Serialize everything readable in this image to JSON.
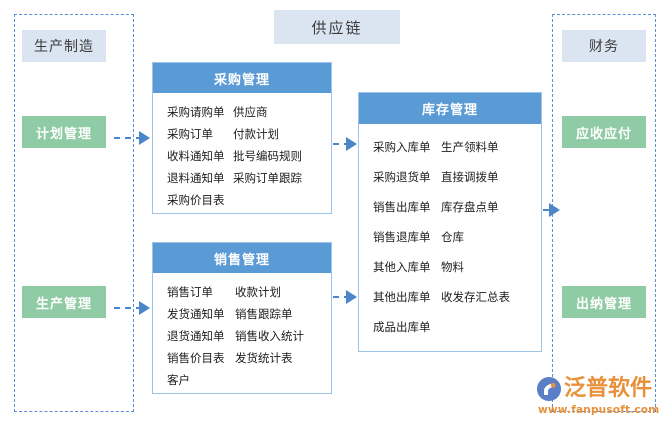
{
  "banner": {
    "label": "供应链"
  },
  "left_column": {
    "title": "生产制造",
    "modules": [
      {
        "label": "计划管理"
      },
      {
        "label": "生产管理"
      }
    ]
  },
  "right_column": {
    "title": "财务",
    "modules": [
      {
        "label": "应收应付"
      },
      {
        "label": "出纳管理"
      }
    ]
  },
  "panels": [
    {
      "id": "purchase",
      "title": "采购管理",
      "rows": [
        [
          "采购请购单",
          "供应商"
        ],
        [
          "采购订单",
          "付款计划"
        ],
        [
          "收料通知单",
          "批号编码规则"
        ],
        [
          "退料通知单",
          "采购订单跟踪"
        ],
        [
          "采购价目表",
          ""
        ]
      ]
    },
    {
      "id": "sales",
      "title": "销售管理",
      "rows": [
        [
          "销售订单",
          "收款计划"
        ],
        [
          "发货通知单",
          "销售跟踪单"
        ],
        [
          "退货通知单",
          "销售收入统计"
        ],
        [
          "销售价目表",
          "发货统计表"
        ],
        [
          "客户",
          ""
        ]
      ]
    },
    {
      "id": "inventory",
      "title": "库存管理",
      "rows": [
        [
          "采购入库单",
          "生产领料单"
        ],
        [
          "采购退货单",
          "直接调拨单"
        ],
        [
          "销售出库单",
          "库存盘点单"
        ],
        [
          "销售退库单",
          "仓库"
        ],
        [
          "其他入库单",
          "物料"
        ],
        [
          "其他出库单",
          "收发存汇总表"
        ],
        [
          "成品出库单",
          ""
        ]
      ]
    }
  ],
  "logo": {
    "name": "泛普软件",
    "url": "www.fanpusoft.com"
  },
  "colors": {
    "chip_blue": "#dbe5f2",
    "chip_green": "#8fcba4",
    "panel_header": "#5b9bd5",
    "panel_border": "#9cc3e8",
    "dashed_border": "#5b8fd6",
    "arrow": "#4a86c8",
    "logo_orange": "#e8913a"
  }
}
